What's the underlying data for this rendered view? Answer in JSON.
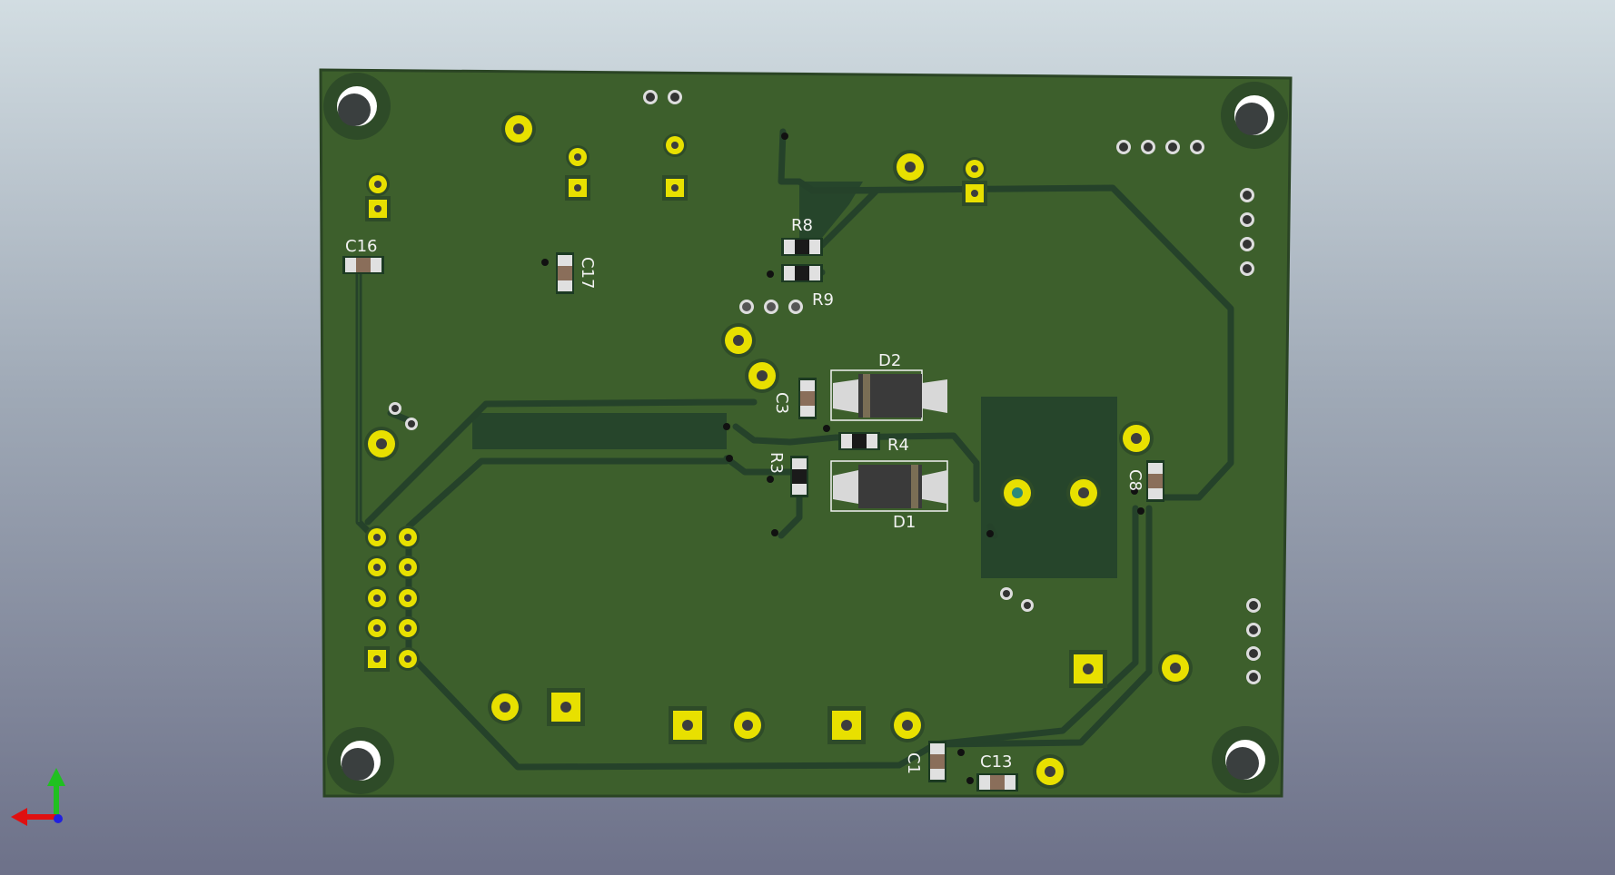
{
  "viewer": {
    "view": "3D board view (bottom side)",
    "colors": {
      "board": "#3d5f2c",
      "trace": "#25422a",
      "copper_pad": "#e8e000",
      "silkscreen": "#f2f2f2",
      "axis_x": "#e01010",
      "axis_y": "#20c020",
      "axis_z": "#2020e0"
    }
  },
  "silkscreen": {
    "C16": "C16",
    "C17": "C17",
    "R8": "R8",
    "R9": "R9",
    "D2": "D2",
    "C3": "C3",
    "R4": "R4",
    "R3": "R3",
    "D1": "D1",
    "C8": "C8",
    "C1": "C1",
    "C13": "C13"
  },
  "axis_gizmo": {
    "icon": "xyz-axis-icon"
  }
}
